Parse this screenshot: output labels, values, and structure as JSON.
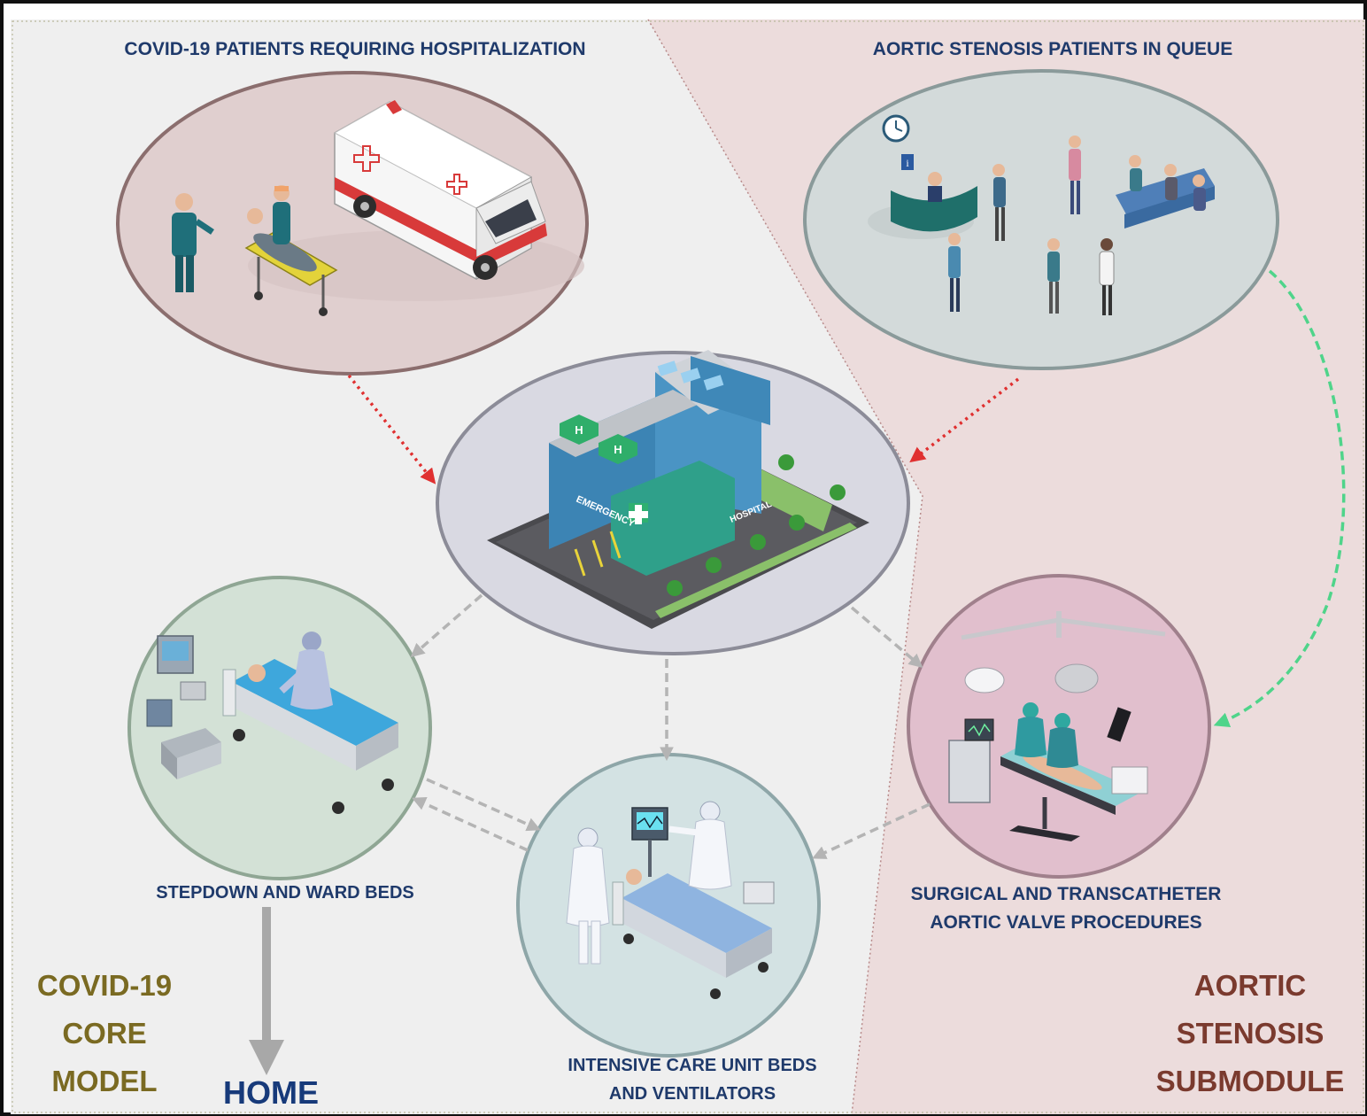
{
  "sections": {
    "covid": {
      "heading": "COVID-19 PATIENTS REQUIRING HOSPITALIZATION",
      "model_label_lines": [
        "COVID-19",
        "CORE",
        "MODEL"
      ]
    },
    "aortic": {
      "heading": "AORTIC STENOSIS PATIENTS IN QUEUE",
      "module_label_lines": [
        "AORTIC",
        "STENOSIS",
        "SUBMODULE"
      ]
    }
  },
  "nodes": {
    "ward": {
      "label": "STEPDOWN AND WARD BEDS"
    },
    "icu": {
      "label_lines": [
        "INTENSIVE CARE UNIT BEDS",
        "AND VENTILATORS"
      ]
    },
    "procedures": {
      "label_lines": [
        "SURGICAL AND TRANSCATHETER",
        "AORTIC VALVE PROCEDURES"
      ]
    },
    "home": {
      "label": "HOME"
    },
    "hospital": {
      "emergency_sign": "EMERGENCY",
      "hospital_sign": "HOSPITAL"
    }
  },
  "colors": {
    "heading_navy": "#1f3a6b",
    "covid_model_olive": "#7a6a22",
    "aortic_module_brown": "#7a3a2e",
    "home_navy": "#173a7a",
    "left_bg": "#efefef",
    "right_bg": "#ecdcdc",
    "flow_red": "#e03030",
    "flow_gray": "#b4b4b4",
    "flow_green": "#4fd48a"
  }
}
